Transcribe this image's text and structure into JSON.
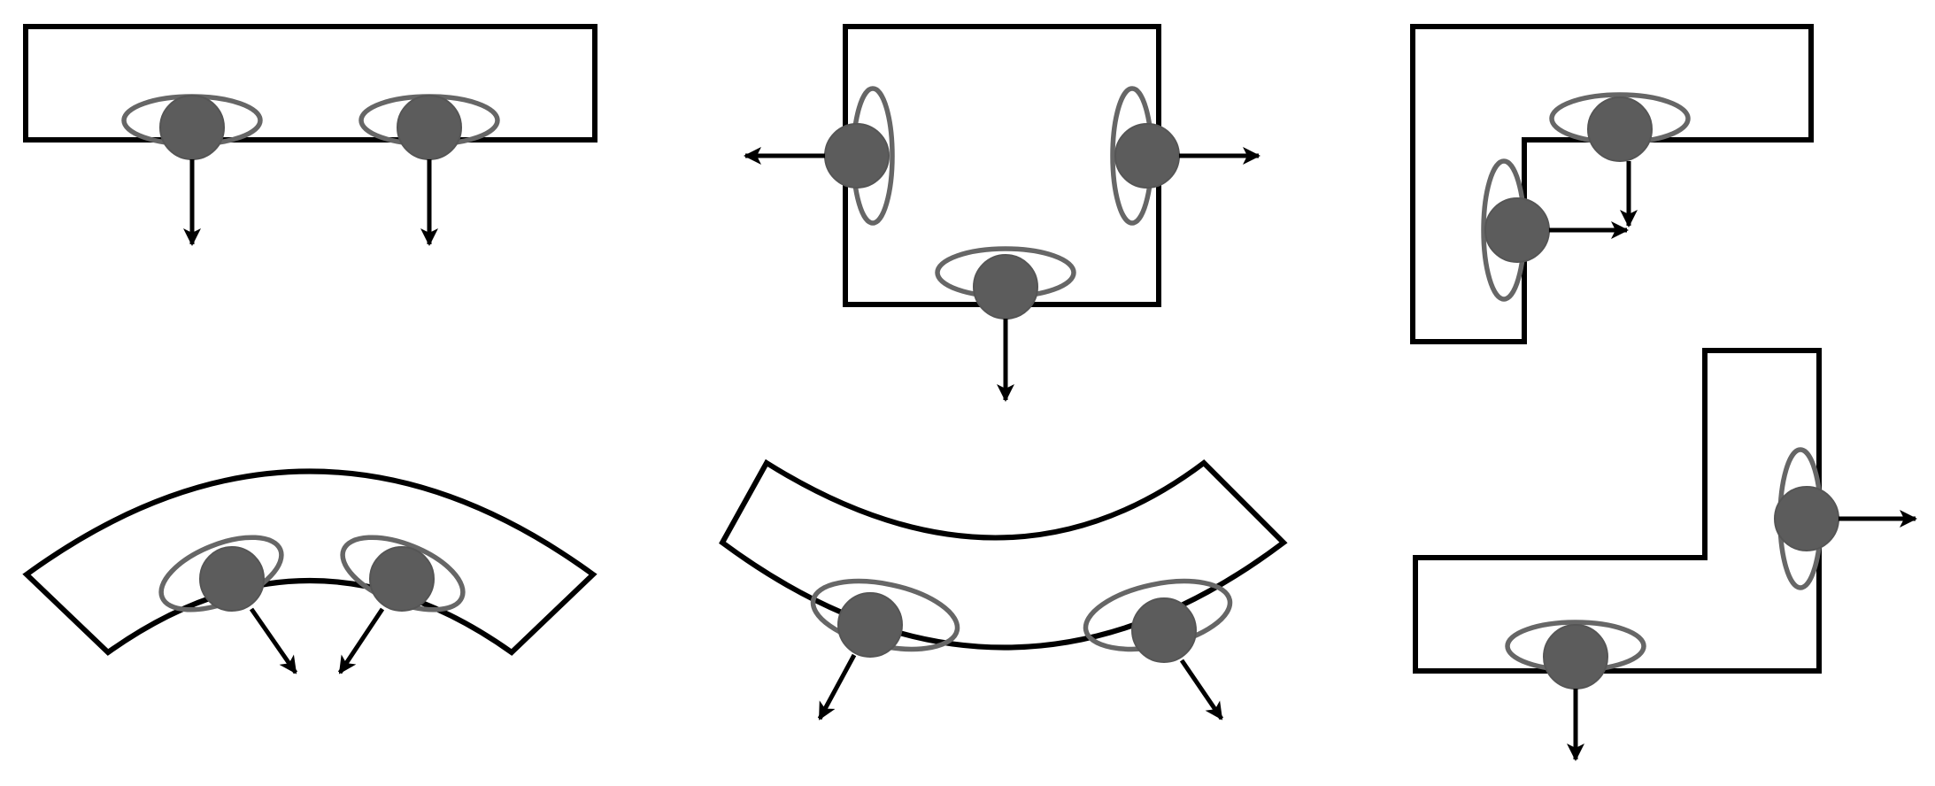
{
  "colors": {
    "background": "#ffffff",
    "outline": "#000000",
    "ring": "#666666",
    "ball": "#5c5c5c",
    "arrow": "#000000"
  },
  "panels": [
    {
      "shape": "straight-bar",
      "emitters": 2
    },
    {
      "shape": "u-channel",
      "emitters": 3
    },
    {
      "shape": "l-shape-upper",
      "emitters": 2
    },
    {
      "shape": "convex-arc",
      "emitters": 2
    },
    {
      "shape": "concave-arc",
      "emitters": 2
    },
    {
      "shape": "l-shape-lower",
      "emitters": 2
    }
  ]
}
